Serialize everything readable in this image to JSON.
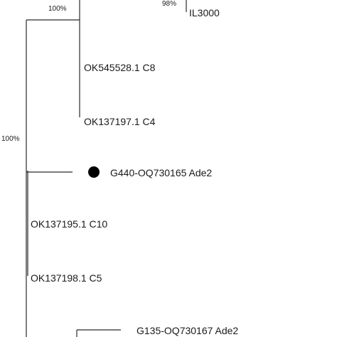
{
  "tree": {
    "support_values": {
      "top_left": "100%",
      "top_right": "98%",
      "root": "100%"
    },
    "leaves": {
      "il3000": "IL3000",
      "ok545528": "OK545528.1 C8",
      "ok137197": "OK137197.1 C4",
      "g440": "G440-OQ730165 Ade2",
      "ok137195": "OK137195.1 C10",
      "ok137198": "OK137198.1 C5",
      "g135": "G135-OQ730167 Ade2"
    },
    "marker_color": "#000000",
    "branch_color": "#2a2a2a"
  }
}
